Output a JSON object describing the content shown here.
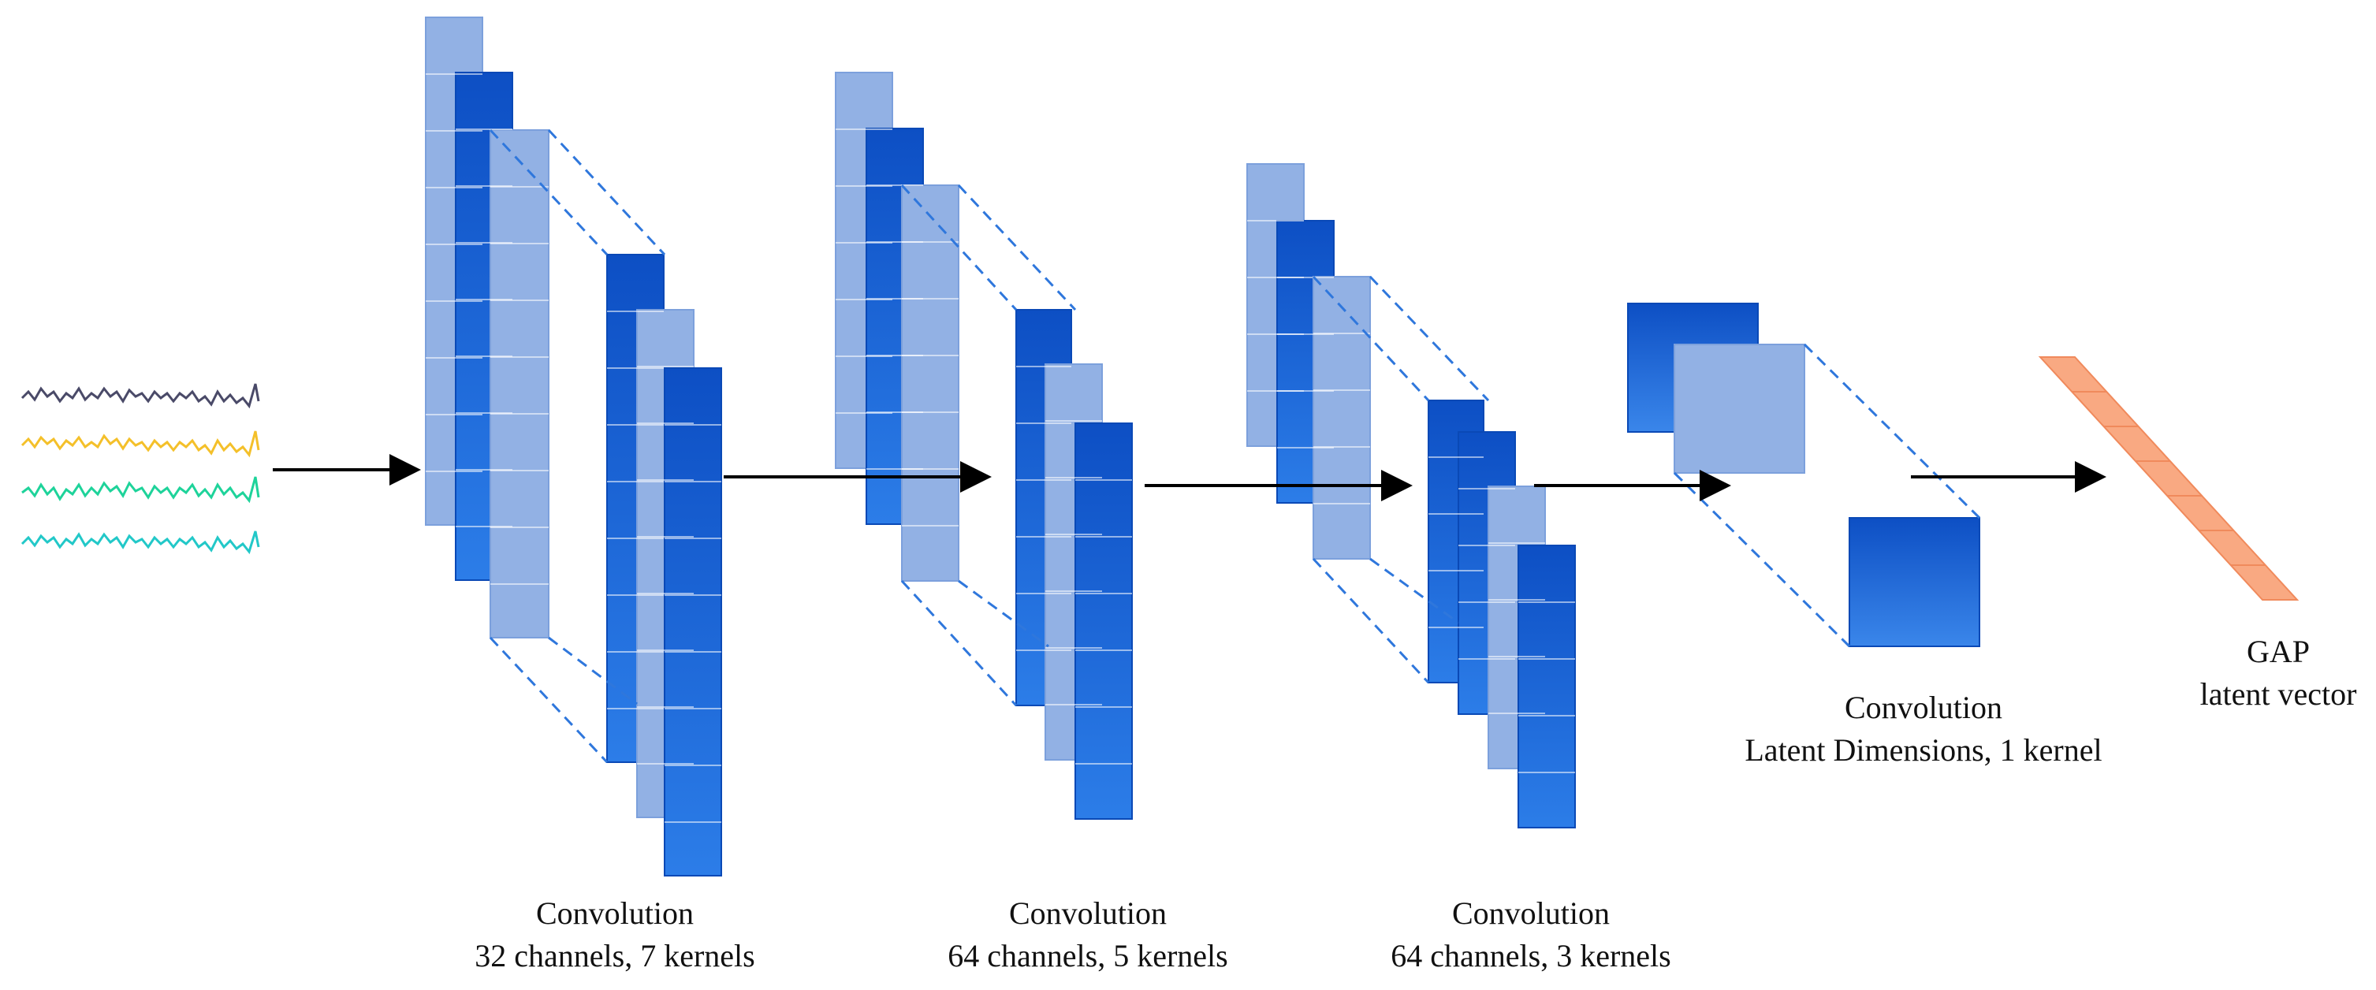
{
  "stages": [
    {
      "title": "Convolution",
      "subtitle": "32 channels,  7 kernels"
    },
    {
      "title": "Convolution",
      "subtitle": "64 channels,  5 kernels"
    },
    {
      "title": "Convolution",
      "subtitle": "64 channels,  3 kernels"
    },
    {
      "title": "Convolution",
      "subtitle": "Latent Dimensions,  1 kernel"
    }
  ],
  "output": {
    "title": "GAP",
    "subtitle": "latent vector"
  },
  "input_signals": [
    {
      "color": "#4a4a68"
    },
    {
      "color": "#f4c02a"
    },
    {
      "color": "#1ed39a"
    },
    {
      "color": "#22c8c8"
    }
  ],
  "colors": {
    "light_block": "#92b1e4",
    "light_block_edge": "#7ca0dc",
    "dark_block_top": "#0d4fc4",
    "dark_block_bottom": "#2a7be6",
    "dark_block_edge": "#0a49b6",
    "projection_line": "#2f77dc",
    "arrow": "#000000",
    "gap_fill": "#f9a982",
    "gap_edge": "#f08a5c"
  }
}
